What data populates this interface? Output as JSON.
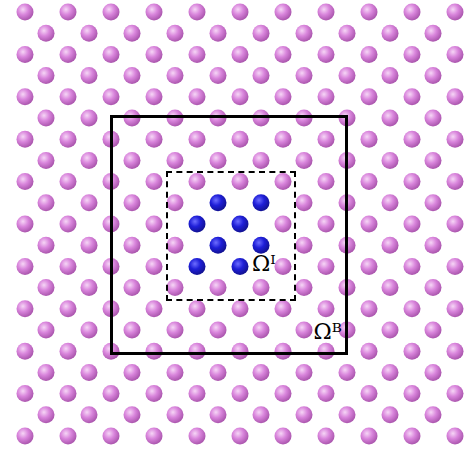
{
  "diagram": {
    "nodes": [
      {
        "text": [
          "Ωᴮ"
        ]
      },
      {
        "text": [
          "Ωᴵ"
        ],
        "in": 0
      }
    ]
  }
}
